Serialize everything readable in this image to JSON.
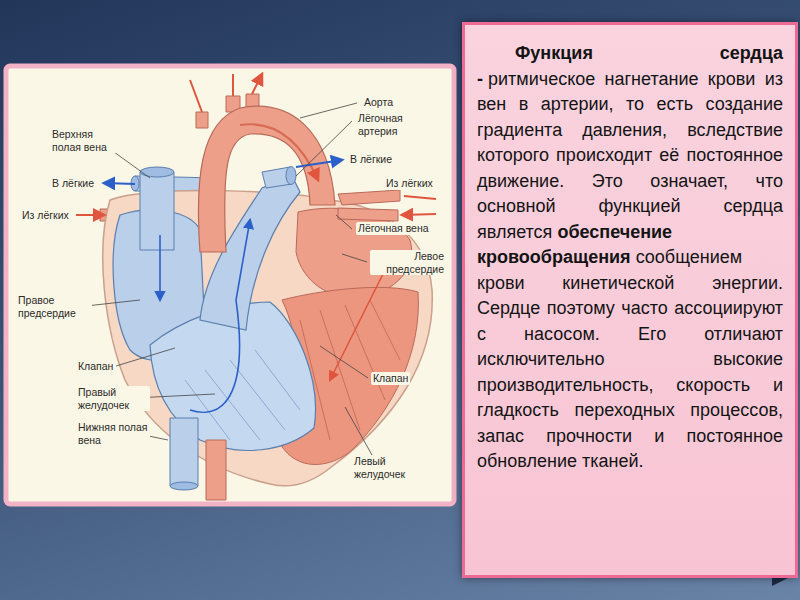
{
  "diagram": {
    "nodes": [
      {
        "text": [
          "Функция сердца -",
          "ритмическое нагнетание крови из вен в артерии, то есть создание градиента давления, вследствие которого происходит её постоянное движение. Это означает, что основной функцией сердца является",
          "обеспечение кровообращения",
          "сообщением крови кинетической энергии. Сердце поэтому часто ассоциируют с насосом. Его отличают исключительно высокие производительность, скорость и гладкость переходных процессов, запас прочности и постоянное обновление тканей."
        ]
      }
    ],
    "labels": [
      "Аорта",
      "Лёгочная артерия",
      "Верхняя полая вена",
      "В лёгкие",
      "В лёгкие",
      "Из лёгких",
      "Из лёгких",
      "Лёгочная вена",
      "Левое предсердие",
      "Правое предсердие",
      "Клапан",
      "Правый желудочек",
      "Нижняя полая вена",
      "Клапан",
      "Левый желудочек"
    ]
  }
}
